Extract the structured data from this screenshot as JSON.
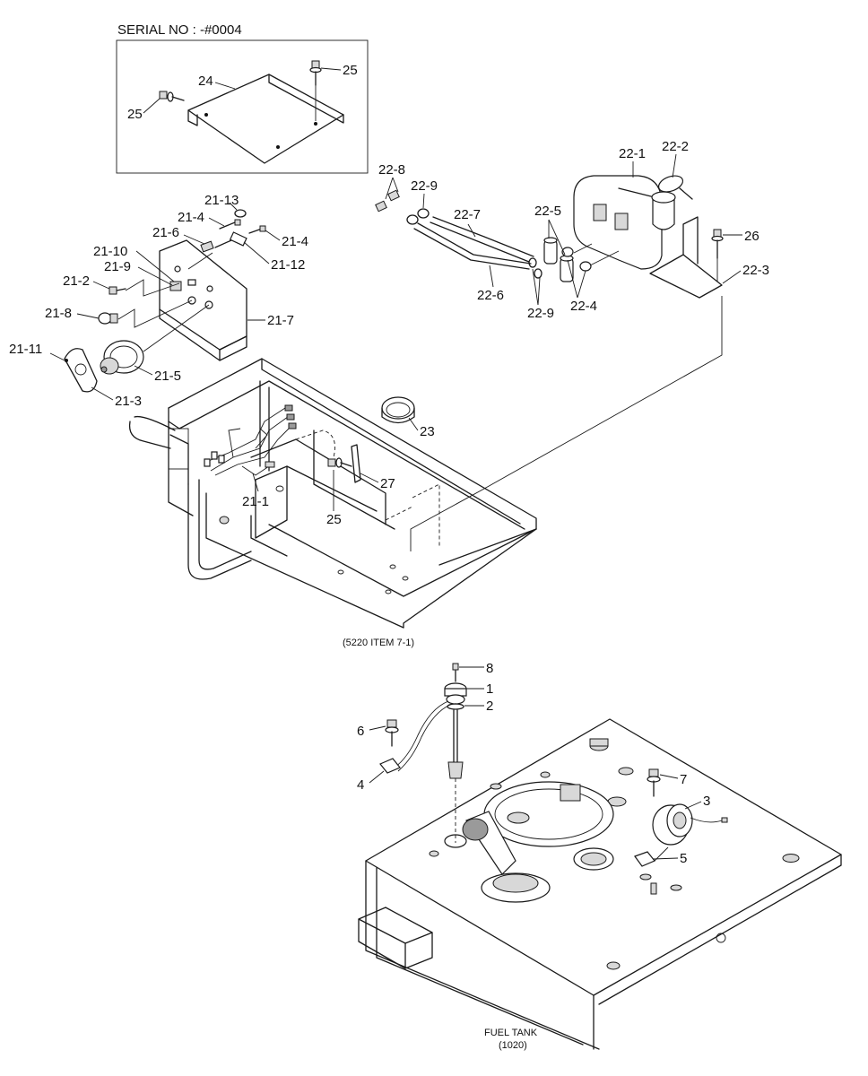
{
  "serial_box": {
    "title": "SERIAL NO : -#0004"
  },
  "captions": {
    "frame_ref": "(5220 ITEM 7-1)",
    "tank_name": "FUEL TANK",
    "tank_ref": "(1020)"
  },
  "labels": {
    "l24": "24",
    "l25a": "25",
    "l25b": "25",
    "l25c": "25",
    "l21_13": "21-13",
    "l21_4a": "21-4",
    "l21_4b": "21-4",
    "l21_6": "21-6",
    "l21_10": "21-10",
    "l21_12": "21-12",
    "l21_9": "21-9",
    "l21_2": "21-2",
    "l21_8": "21-8",
    "l21_7": "21-7",
    "l21_11": "21-11",
    "l21_5": "21-5",
    "l21_3": "21-3",
    "l21_1": "21-1",
    "l22_8": "22-8",
    "l22_9a": "22-9",
    "l22_9b": "22-9",
    "l22_7": "22-7",
    "l22_6": "22-6",
    "l22_5": "22-5",
    "l22_4": "22-4",
    "l22_1": "22-1",
    "l22_2": "22-2",
    "l22_3": "22-3",
    "l26": "26",
    "l23": "23",
    "l27": "27",
    "l8": "8",
    "l1": "1",
    "l2": "2",
    "l6": "6",
    "l4": "4",
    "l7": "7",
    "l3": "3",
    "l5": "5"
  }
}
